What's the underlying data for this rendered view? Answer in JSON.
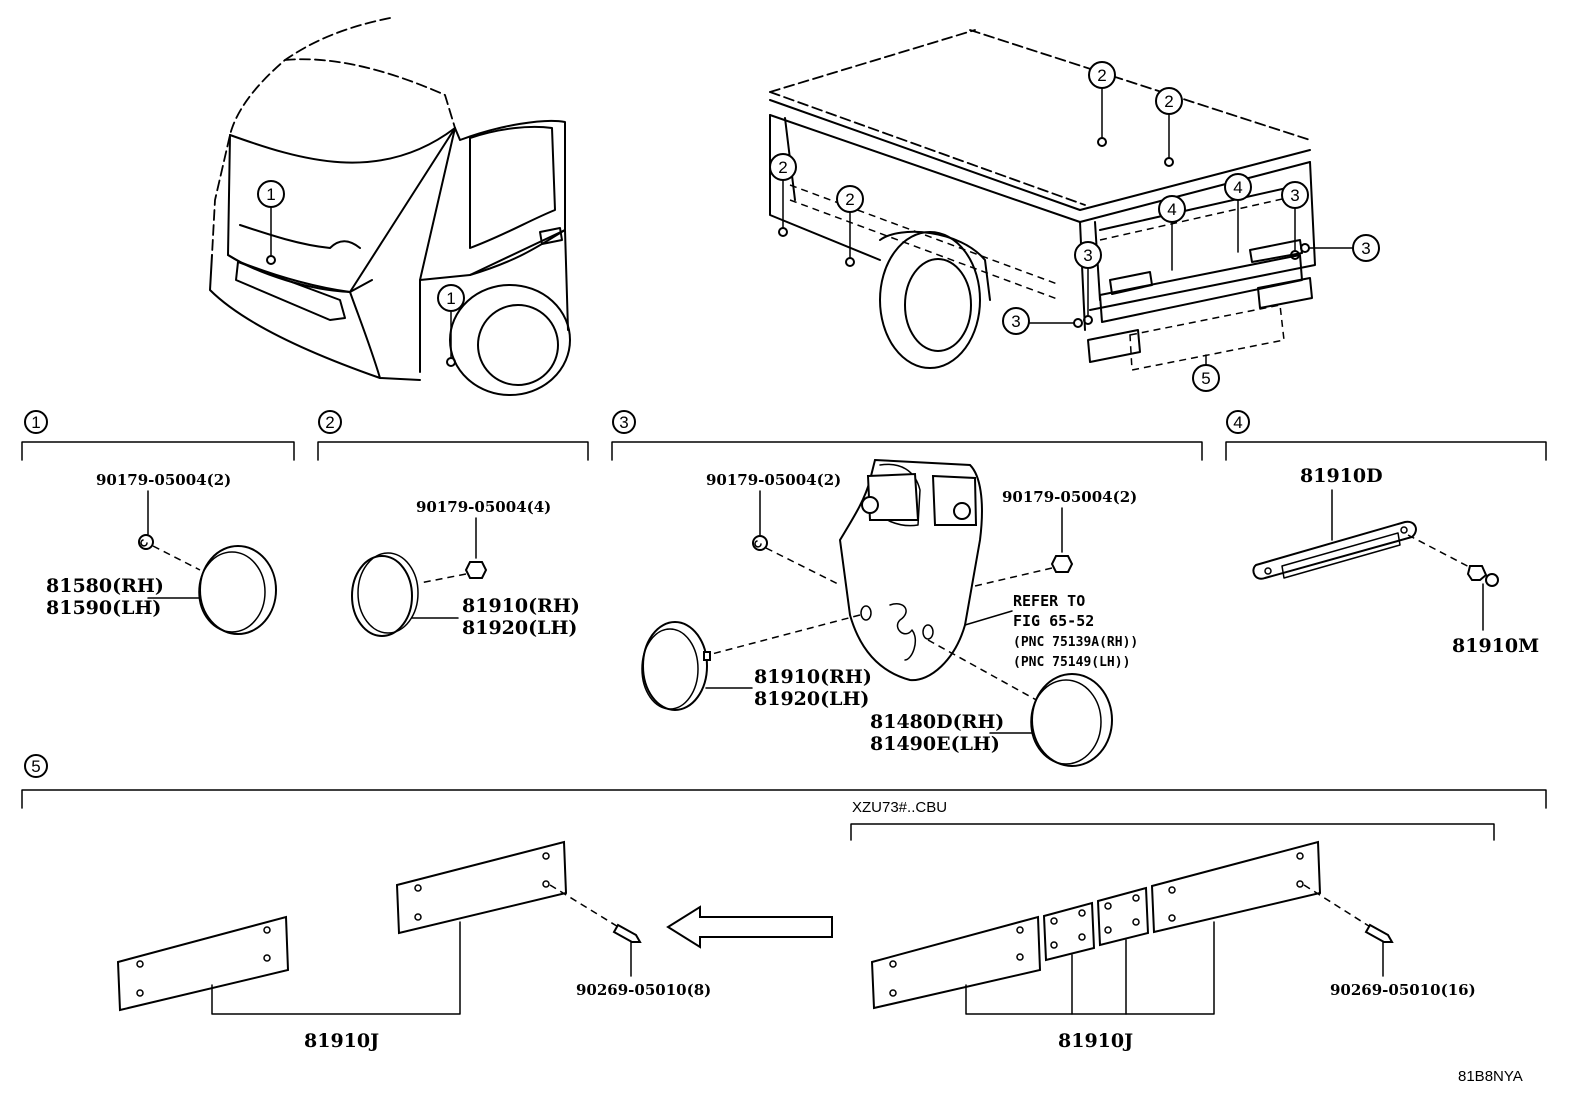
{
  "callouts": {
    "c1": "1",
    "c2": "2",
    "c3": "3",
    "c4": "4",
    "c5": "5"
  },
  "section1": {
    "screw": "90179-05004(2)",
    "part_rh": "81580(RH)",
    "part_lh": "81590(LH)"
  },
  "section2": {
    "screw": "90179-05004(4)",
    "part_rh": "81910(RH)",
    "part_lh": "81920(LH)"
  },
  "section3": {
    "screw_left": "90179-05004(2)",
    "screw_right": "90179-05004(2)",
    "refer_line1": "REFER TO",
    "refer_line2": "FIG 65-52",
    "refer_line3": "(PNC 75139A(RH))",
    "refer_line4": "(PNC 75149(LH))",
    "part_rh": "81910(RH)",
    "part_lh": "81920(LH)",
    "part2_rh": "81480D(RH)",
    "part2_lh": "81490E(LH)"
  },
  "section4": {
    "part_top": "81910D",
    "part_clip": "81910M"
  },
  "section5": {
    "condition": "XZU73#..CBU",
    "rivet_left": "90269-05010(8)",
    "rivet_right": "90269-05010(16)",
    "plate_left": "81910J",
    "plate_right": "81910J"
  },
  "figure_code": "81B8NYA",
  "colors": {
    "line": "#000000",
    "background": "#ffffff"
  }
}
